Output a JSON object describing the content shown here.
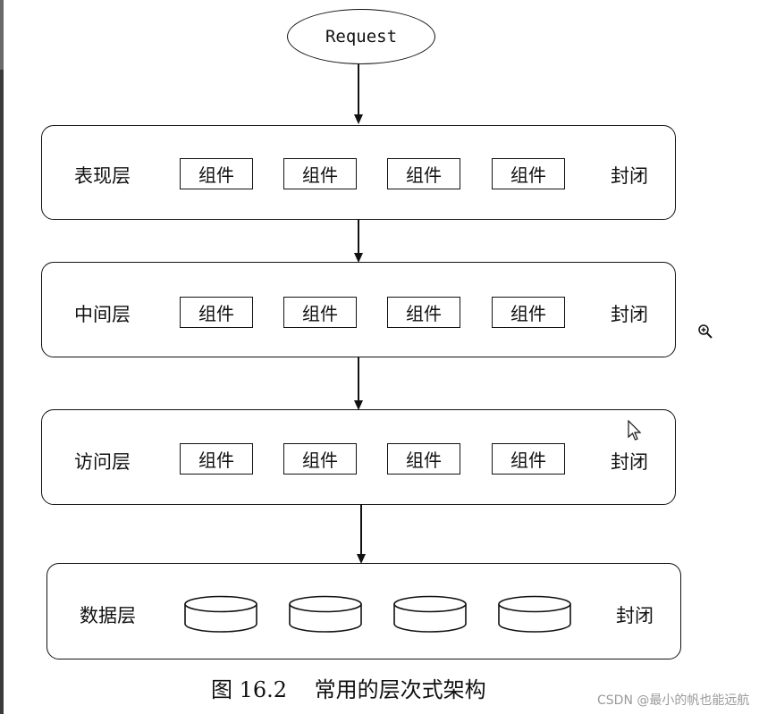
{
  "request": {
    "label": "Request"
  },
  "component_label": "组件",
  "layers": [
    {
      "name": "表现层",
      "status": "封闭",
      "kind": "components"
    },
    {
      "name": "中间层",
      "status": "封闭",
      "kind": "components"
    },
    {
      "name": "访问层",
      "status": "封闭",
      "kind": "components"
    },
    {
      "name": "数据层",
      "status": "封闭",
      "kind": "databases"
    }
  ],
  "caption": "图 16.2    常用的层次式架构",
  "watermark": "CSDN @最小的帆也能远航",
  "icons": {
    "zoom_cursor": "zoom-in-cursor-icon",
    "pointer_cursor": "arrow-cursor-icon",
    "database": "database-cylinder-icon"
  }
}
